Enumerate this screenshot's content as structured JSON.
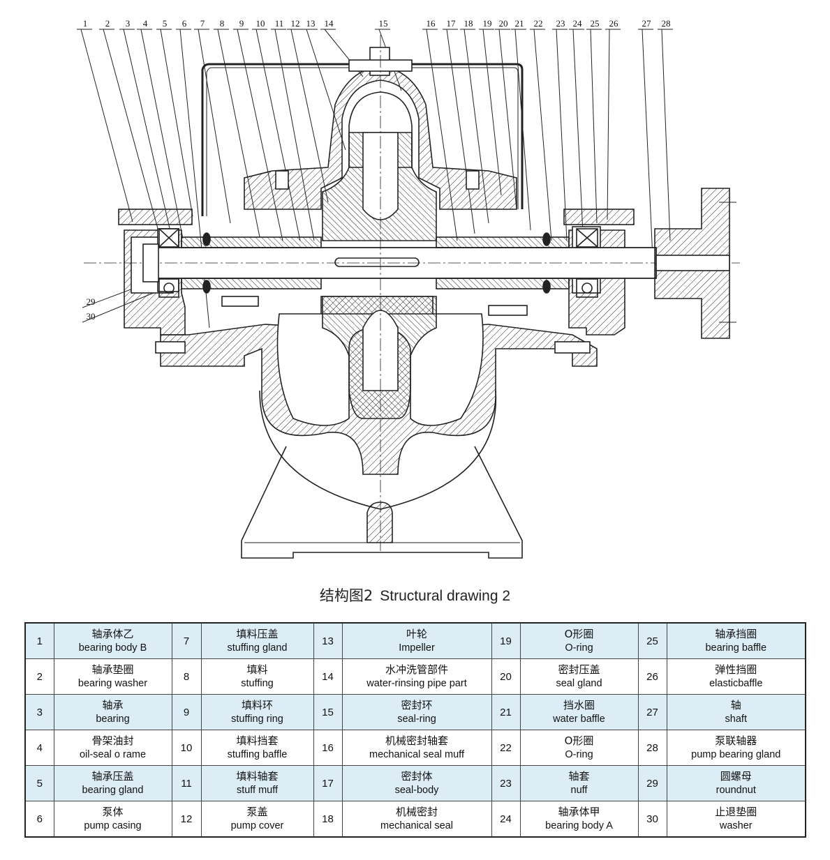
{
  "caption": {
    "cn": "结构图2",
    "en": "Structural drawing 2"
  },
  "callouts": [
    "1",
    "2",
    "3",
    "4",
    "5",
    "6",
    "7",
    "8",
    "9",
    "10",
    "11",
    "12",
    "13",
    "14",
    "15",
    "16",
    "17",
    "18",
    "19",
    "20",
    "21",
    "22",
    "23",
    "24",
    "25",
    "26",
    "27",
    "28",
    "29",
    "30"
  ],
  "parts": [
    {
      "no": "1",
      "cn": "轴承体乙",
      "en": "bearing body B"
    },
    {
      "no": "2",
      "cn": "轴承垫圈",
      "en": "bearing washer"
    },
    {
      "no": "3",
      "cn": "轴承",
      "en": "bearing"
    },
    {
      "no": "4",
      "cn": "骨架油封",
      "en": "oil-seal o rame"
    },
    {
      "no": "5",
      "cn": "轴承压盖",
      "en": "bearing gland"
    },
    {
      "no": "6",
      "cn": "泵体",
      "en": "pump casing"
    },
    {
      "no": "7",
      "cn": "填料压盖",
      "en": "stuffing gland"
    },
    {
      "no": "8",
      "cn": "填料",
      "en": "stuffing"
    },
    {
      "no": "9",
      "cn": "填料环",
      "en": "stuffing ring"
    },
    {
      "no": "10",
      "cn": "填料挡套",
      "en": "stuffing baffle"
    },
    {
      "no": "11",
      "cn": "填料轴套",
      "en": "stuff muff"
    },
    {
      "no": "12",
      "cn": "泵盖",
      "en": "pump cover"
    },
    {
      "no": "13",
      "cn": "叶轮",
      "en": "Impeller"
    },
    {
      "no": "14",
      "cn": "水冲洗管部件",
      "en": "water-rinsing pipe part"
    },
    {
      "no": "15",
      "cn": "密封环",
      "en": "seal-ring"
    },
    {
      "no": "16",
      "cn": "机械密封轴套",
      "en": "mechanical seal muff"
    },
    {
      "no": "17",
      "cn": "密封体",
      "en": "seal-body"
    },
    {
      "no": "18",
      "cn": "机械密封",
      "en": "mechanical seal"
    },
    {
      "no": "19",
      "cn": "O形圈",
      "en": "O-ring"
    },
    {
      "no": "20",
      "cn": "密封压盖",
      "en": "seal gland"
    },
    {
      "no": "21",
      "cn": "挡水圈",
      "en": "water baffle"
    },
    {
      "no": "22",
      "cn": "O形圈",
      "en": "O-ring"
    },
    {
      "no": "23",
      "cn": "轴套",
      "en": "nuff"
    },
    {
      "no": "24",
      "cn": "轴承体甲",
      "en": "bearing body A"
    },
    {
      "no": "25",
      "cn": "轴承挡圈",
      "en": "bearing baffle"
    },
    {
      "no": "26",
      "cn": "弹性挡圈",
      "en": "elasticbaffle"
    },
    {
      "no": "27",
      "cn": "轴",
      "en": "shaft"
    },
    {
      "no": "28",
      "cn": "泵联轴器",
      "en": "pump bearing gland"
    },
    {
      "no": "29",
      "cn": "圆螺母",
      "en": "roundnut"
    },
    {
      "no": "30",
      "cn": "止退垫圈",
      "en": "washer"
    }
  ],
  "colors": {
    "row_shade": "#dcedf6",
    "line": "#222222"
  }
}
